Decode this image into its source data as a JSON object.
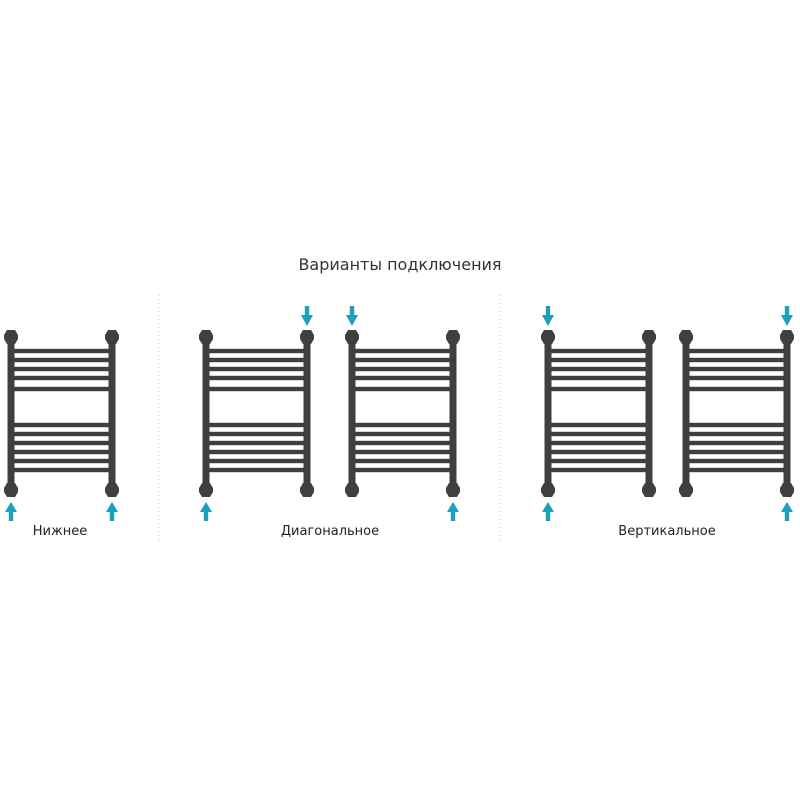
{
  "title": "Варианты подключения",
  "colors": {
    "radiator": "#3f3f3f",
    "arrow": "#1aa0ba",
    "divider": "#c8c8c8"
  },
  "icons": {
    "radiator": "towel-rail-icon",
    "inlet": "arrow-up-icon",
    "outlet": "arrow-down-icon"
  },
  "groups": [
    {
      "id": "bottom",
      "label": "Нижнее",
      "rails": [
        {
          "arrows": [
            "bottom-left-up",
            "bottom-right-up"
          ]
        }
      ]
    },
    {
      "id": "diagonal",
      "label": "Диагональное",
      "rails": [
        {
          "arrows": [
            "top-right-down",
            "bottom-left-up"
          ]
        },
        {
          "arrows": [
            "top-left-down",
            "bottom-right-up"
          ]
        }
      ]
    },
    {
      "id": "vertical",
      "label": "Вертикальное",
      "rails": [
        {
          "arrows": [
            "top-left-down",
            "bottom-left-up"
          ]
        },
        {
          "arrows": [
            "top-right-down",
            "bottom-right-up"
          ]
        }
      ]
    }
  ]
}
